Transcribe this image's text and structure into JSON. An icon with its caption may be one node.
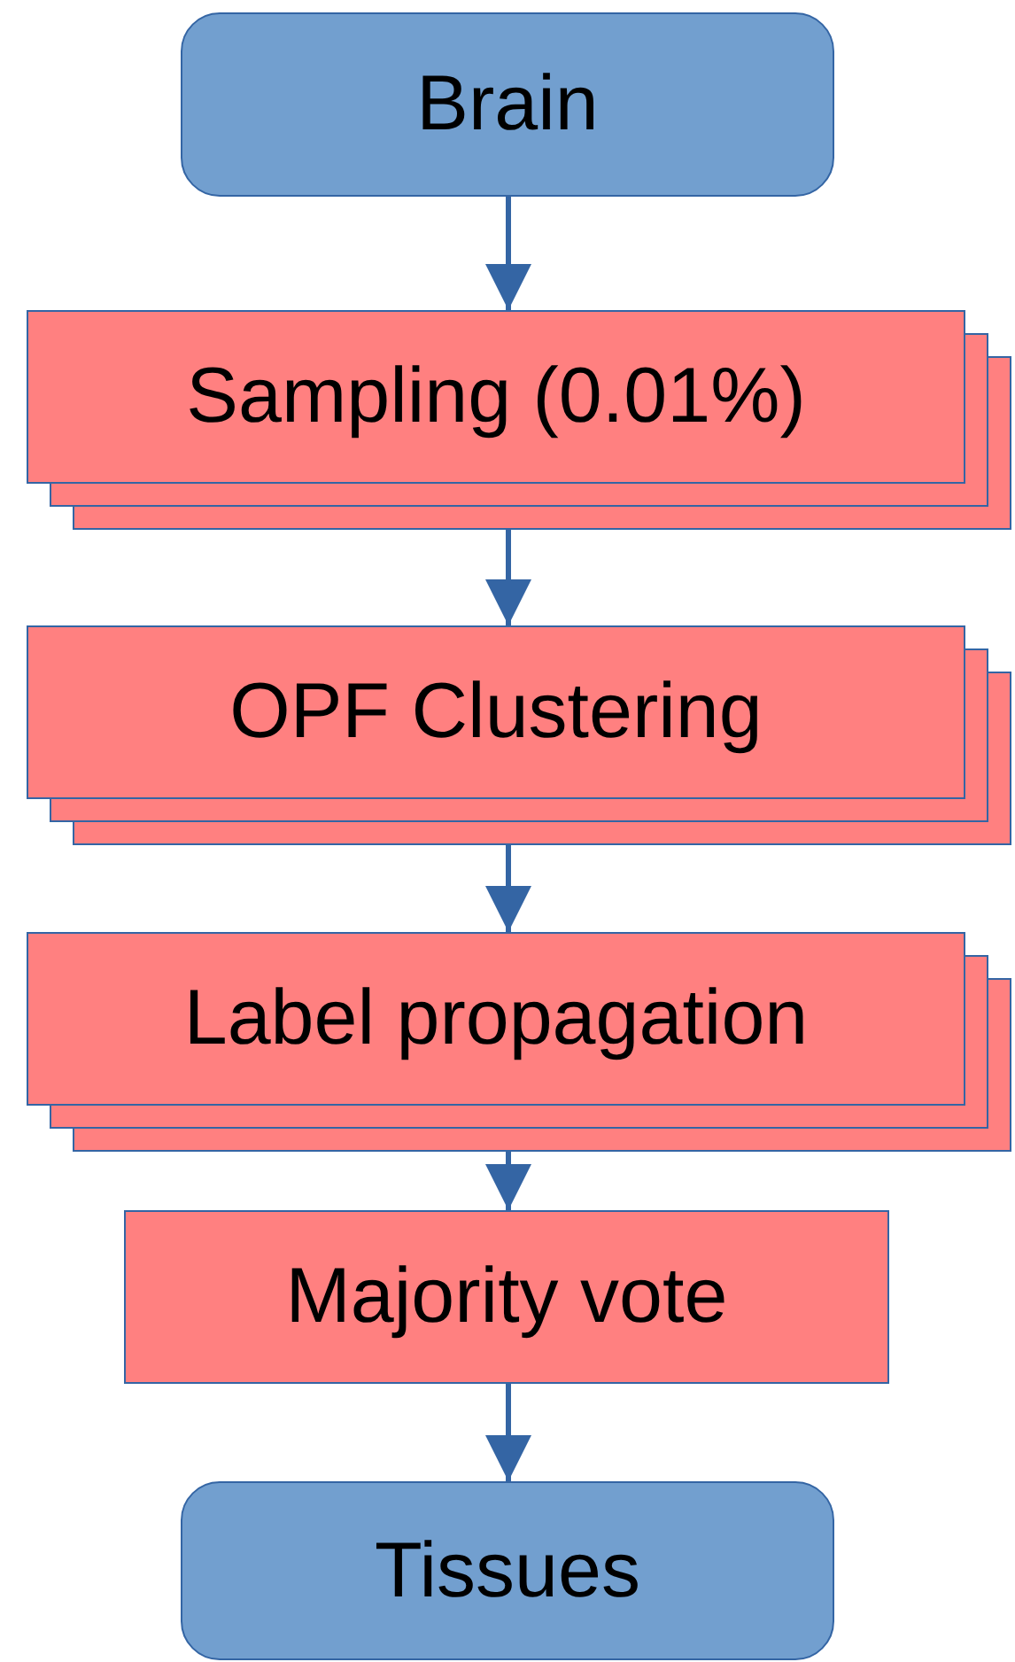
{
  "diagram": {
    "nodes": [
      {
        "text": [
          "Brain"
        ]
      },
      {
        "text": [
          "Sampling (0.01%)"
        ]
      },
      {
        "text": [
          "OPF Clustering"
        ]
      },
      {
        "text": [
          "Label propagation"
        ]
      },
      {
        "text": [
          "Majority vote"
        ]
      },
      {
        "text": [
          "Tissues"
        ]
      }
    ],
    "edges": [
      {
        "from": 0,
        "to": 1,
        "arrow": "to"
      },
      {
        "from": 1,
        "to": 2,
        "arrow": "to"
      },
      {
        "from": 2,
        "to": 3,
        "arrow": "to"
      },
      {
        "from": 3,
        "to": 4,
        "arrow": "to"
      },
      {
        "from": 4,
        "to": 5,
        "arrow": "to"
      }
    ]
  }
}
